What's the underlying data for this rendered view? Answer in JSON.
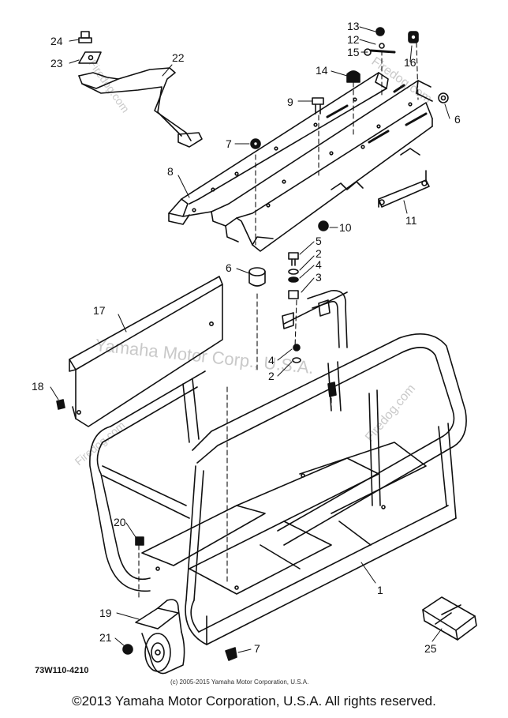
{
  "diagram": {
    "callouts": [
      {
        "id": "c24",
        "label": "24"
      },
      {
        "id": "c23",
        "label": "23"
      },
      {
        "id": "c22",
        "label": "22"
      },
      {
        "id": "c13",
        "label": "13"
      },
      {
        "id": "c12",
        "label": "12"
      },
      {
        "id": "c15",
        "label": "15"
      },
      {
        "id": "c16",
        "label": "16"
      },
      {
        "id": "c14",
        "label": "14"
      },
      {
        "id": "c9",
        "label": "9"
      },
      {
        "id": "c6a",
        "label": "6"
      },
      {
        "id": "c7a",
        "label": "7"
      },
      {
        "id": "c8",
        "label": "8"
      },
      {
        "id": "c10",
        "label": "10"
      },
      {
        "id": "c11",
        "label": "11"
      },
      {
        "id": "c5",
        "label": "5"
      },
      {
        "id": "c2a",
        "label": "2"
      },
      {
        "id": "c4a",
        "label": "4"
      },
      {
        "id": "c3",
        "label": "3"
      },
      {
        "id": "c6b",
        "label": "6"
      },
      {
        "id": "c17",
        "label": "17"
      },
      {
        "id": "c4b",
        "label": "4"
      },
      {
        "id": "c2b",
        "label": "2"
      },
      {
        "id": "c18",
        "label": "18"
      },
      {
        "id": "c20",
        "label": "20"
      },
      {
        "id": "c1",
        "label": "1"
      },
      {
        "id": "c19",
        "label": "19"
      },
      {
        "id": "c21",
        "label": "21"
      },
      {
        "id": "c7b",
        "label": "7"
      },
      {
        "id": "c25",
        "label": "25"
      }
    ],
    "part_number": "73W110-4210",
    "small_copyright": "(c) 2005-2015 Yamaha Motor Corporation, U.S.A.",
    "watermark_text": "Yamaha Motor Corp., U.S.A.",
    "watermark_site": "Firedog.com"
  },
  "footer": {
    "copyright": "©2013 Yamaha Motor Corporation, U.S.A. All rights reserved."
  }
}
